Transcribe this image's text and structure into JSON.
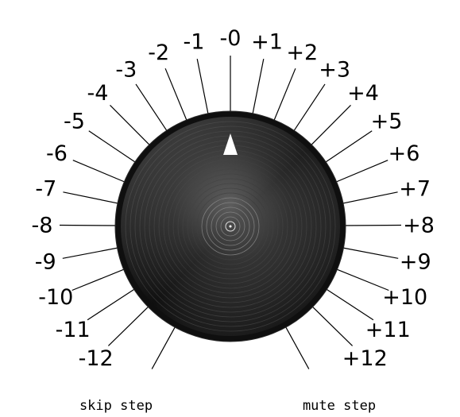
{
  "knob": {
    "name": "transpose-knob",
    "value_label": "-0",
    "colors": {
      "body": "#1a1a1a",
      "indicator": "#ffffff",
      "lines": "#000000"
    }
  },
  "scale": {
    "labels": [
      "-12",
      "-11",
      "-10",
      "-9",
      "-8",
      "-7",
      "-6",
      "-5",
      "-4",
      "-3",
      "-2",
      "-1",
      "-0",
      "+1",
      "+2",
      "+3",
      "+4",
      "+5",
      "+6",
      "+7",
      "+8",
      "+9",
      "+10",
      "+11",
      "+12"
    ],
    "extra_left": "skip step",
    "extra_right": "mute step"
  }
}
